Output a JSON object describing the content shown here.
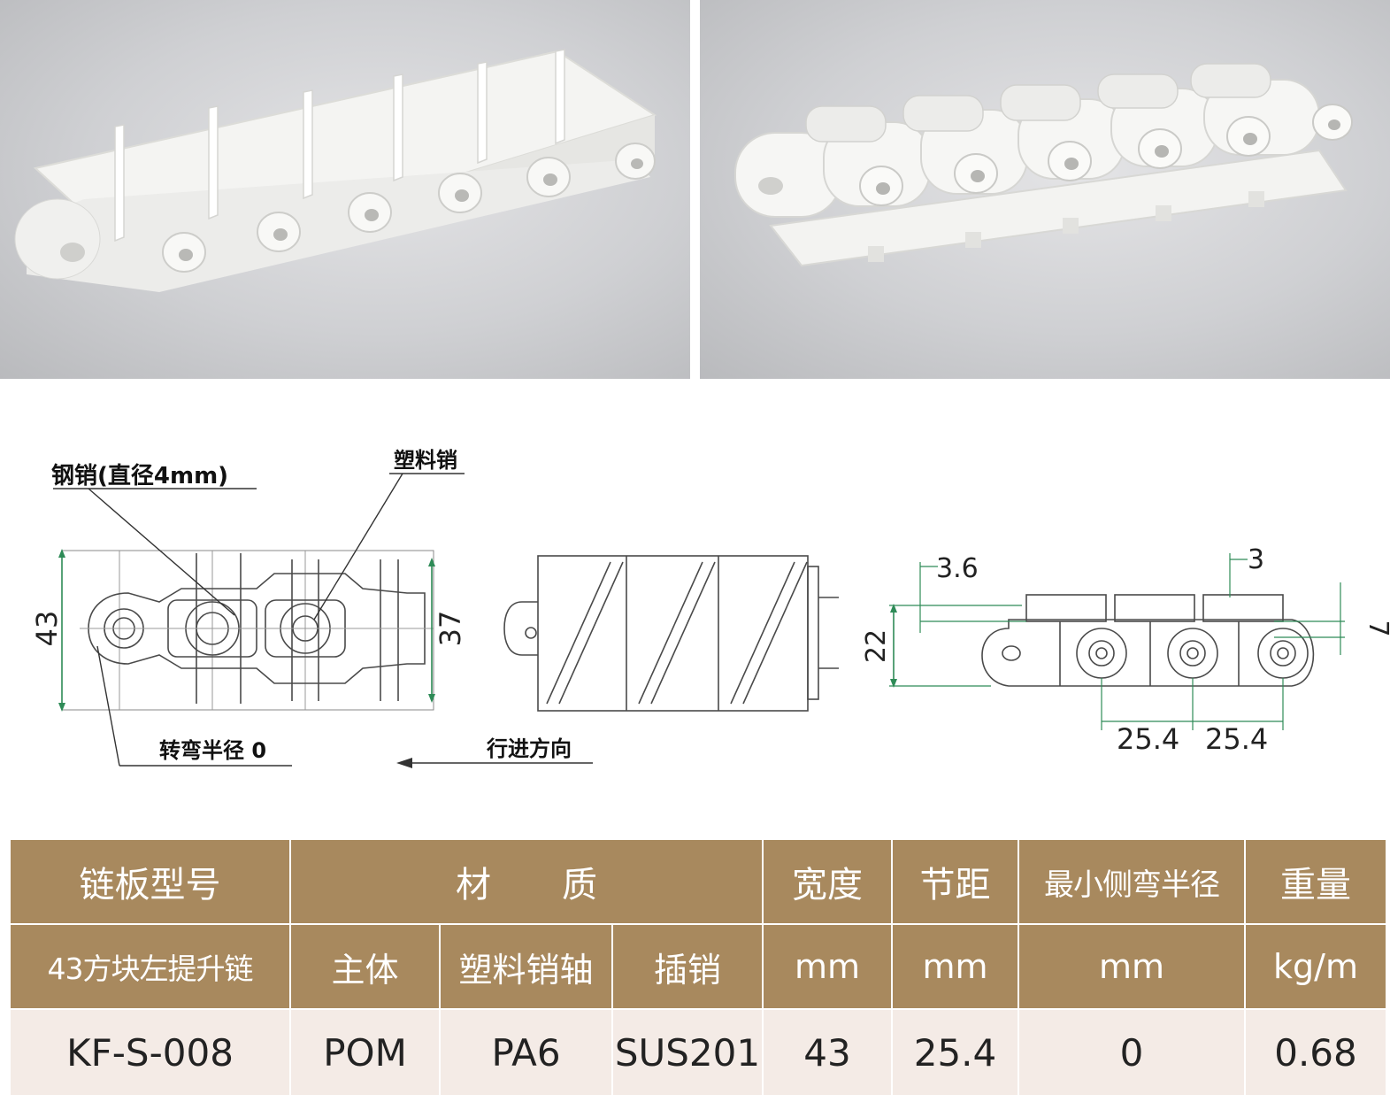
{
  "drawing": {
    "labels": {
      "steel_pin": "钢销(直径4mm)",
      "plastic_pin": "塑料销",
      "turn_radius": "转弯半径 0",
      "travel_direction": "行进方向"
    },
    "dimensions": {
      "width_43": "43",
      "width_37": "37",
      "offset_3_6": "3.6",
      "offset_3": "3",
      "height_22": "22",
      "height_7": "7",
      "pitch_a": "25.4",
      "pitch_b": "25.4"
    }
  },
  "table": {
    "head": {
      "model": "链板型号",
      "material": "材　　质",
      "width": "宽度",
      "pitch": "节距",
      "min_radius": "最小侧弯半径",
      "weight": "重量"
    },
    "sub": {
      "model_name": "43方块左提升链",
      "body": "主体",
      "plastic_pin": "塑料销轴",
      "pin": "插销",
      "width_unit": "mm",
      "pitch_unit": "mm",
      "radius_unit": "mm",
      "weight_unit": "kg/m"
    },
    "row": {
      "model": "KF-S-008",
      "body": "POM",
      "plastic_pin": "PA6",
      "pin": "SUS201",
      "width": "43",
      "pitch": "25.4",
      "min_radius": "0",
      "weight": "0.68"
    }
  }
}
